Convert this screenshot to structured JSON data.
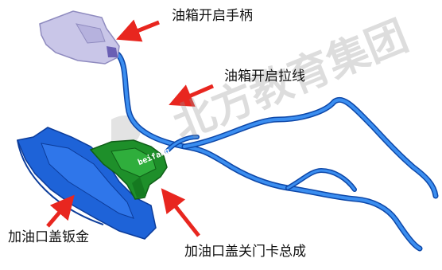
{
  "labels": {
    "handle": "油箱开启手柄",
    "cable": "油箱开启拉线",
    "panel": "加油口盖钣金",
    "latch": "加油口盖关门卡总成"
  },
  "watermark": {
    "text": "北方教育集团",
    "logo": "beifang"
  },
  "colors": {
    "cable": "#1f6fd6",
    "cable_dark": "#0d47a8",
    "panel": "#1e63d8",
    "panel_dark": "#0c3c9a",
    "latch": "#1e8f2a",
    "latch_dark": "#0f5e17",
    "handle": "#c9c6e8",
    "handle_dark": "#8f8bbf",
    "arrow": "#e8261f"
  }
}
